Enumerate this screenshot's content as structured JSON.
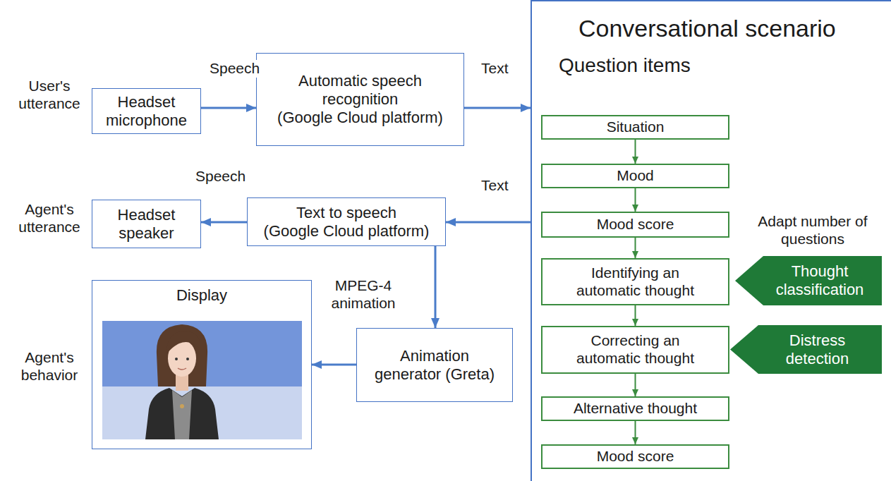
{
  "diagram": {
    "nodes": [
      {
        "text": [
          "Headset microphone"
        ]
      },
      {
        "text": [
          "Automatic speech recognition",
          "(Google Cloud platform)"
        ]
      },
      {
        "text": [
          "Headset speaker"
        ]
      },
      {
        "text": [
          "Text to speech",
          "(Google Cloud platform)"
        ]
      },
      {
        "text": [
          "Display"
        ]
      },
      {
        "text": [
          "Animation generator (Greta)"
        ]
      },
      {
        "text": [
          "Conversational scenario",
          "Question items"
        ]
      },
      {
        "text": [
          "Situation"
        ],
        "in": 6
      },
      {
        "text": [
          "Mood"
        ],
        "in": 6
      },
      {
        "text": [
          "Mood score"
        ],
        "in": 6
      },
      {
        "text": [
          "Identifying an automatic thought"
        ],
        "in": 6
      },
      {
        "text": [
          "Correcting an automatic thought"
        ],
        "in": 6
      },
      {
        "text": [
          "Alternative thought"
        ],
        "in": 6
      },
      {
        "text": [
          "Mood score"
        ],
        "in": 6
      },
      {
        "text": [
          "Thought classification"
        ],
        "in": 6
      },
      {
        "text": [
          "Distress detection"
        ],
        "in": 6
      }
    ],
    "edges": [
      {
        "from": 0,
        "to": 1,
        "label": "Speech",
        "arrow": "to"
      },
      {
        "from": 1,
        "to": 6,
        "label": "Text",
        "arrow": "to"
      },
      {
        "from": 6,
        "to": 3,
        "label": "Text",
        "arrow": "to"
      },
      {
        "from": 3,
        "to": 2,
        "label": "Speech",
        "arrow": "to"
      },
      {
        "from": 3,
        "to": 5,
        "label": "MPEG-4 animation",
        "arrow": "to"
      },
      {
        "from": 5,
        "to": 4,
        "arrow": "to"
      },
      {
        "from": 7,
        "to": 8,
        "arrow": "to"
      },
      {
        "from": 8,
        "to": 9,
        "arrow": "to"
      },
      {
        "from": 9,
        "to": 10,
        "arrow": "to"
      },
      {
        "from": 10,
        "to": 11,
        "arrow": "to"
      },
      {
        "from": 11,
        "to": 12,
        "arrow": "to"
      },
      {
        "from": 12,
        "to": 13,
        "arrow": "to"
      }
    ],
    "labels": [
      "User's utterance",
      "Agent's utterance",
      "Agent's behavior",
      "Adapt number of questions"
    ]
  }
}
